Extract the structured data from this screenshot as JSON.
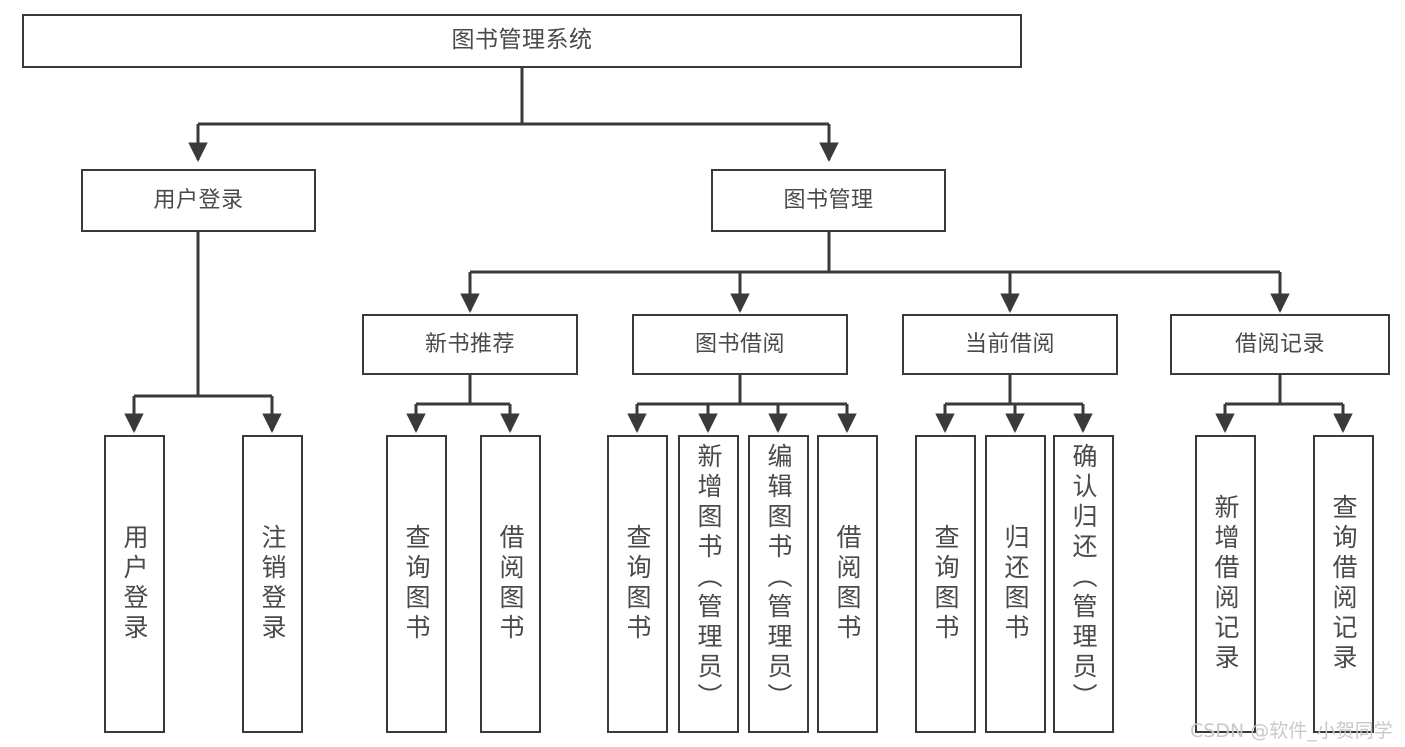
{
  "diagram": {
    "title": "图书管理系统",
    "type": "hierarchy-tree",
    "root": {
      "label": "图书管理系统"
    },
    "level2": [
      {
        "label": "用户登录"
      },
      {
        "label": "图书管理"
      }
    ],
    "level3": [
      {
        "label": "新书推荐"
      },
      {
        "label": "图书借阅"
      },
      {
        "label": "当前借阅"
      },
      {
        "label": "借阅记录"
      }
    ],
    "leaves": {
      "user_login": [
        {
          "label": "用户登录"
        },
        {
          "label": "注销登录"
        }
      ],
      "new_book_recommend": [
        {
          "label": "查询图书"
        },
        {
          "label": "借阅图书"
        }
      ],
      "book_borrow": [
        {
          "label": "查询图书"
        },
        {
          "label": "新增图书（管理员）"
        },
        {
          "label": "编辑图书（管理员）"
        },
        {
          "label": "借阅图书"
        }
      ],
      "current_borrow": [
        {
          "label": "查询图书"
        },
        {
          "label": "归还图书"
        },
        {
          "label": "确认归还（管理员）"
        }
      ],
      "borrow_records": [
        {
          "label": "新增借阅记录"
        },
        {
          "label": "查询借阅记录"
        }
      ]
    }
  },
  "watermark": {
    "text": "CSDN @软件_小贺同学"
  },
  "colors": {
    "stroke": "#3a3a3a",
    "text": "#4a4a4a",
    "background": "#ffffff",
    "watermark": "#c9c9c9"
  }
}
